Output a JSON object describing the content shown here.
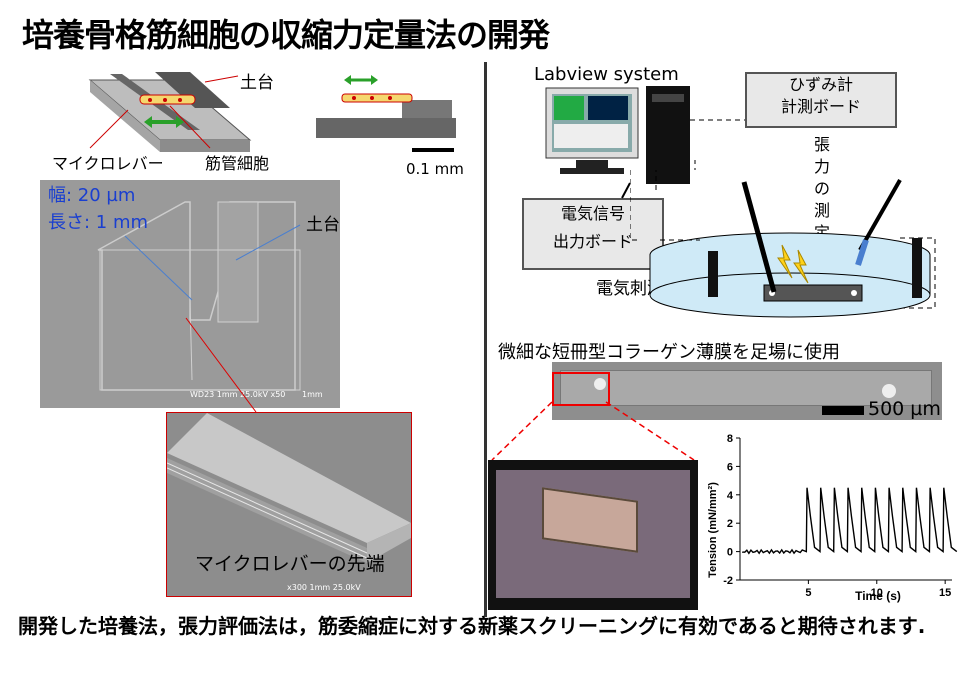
{
  "title": "培養骨格筋細胞の収縮力定量法の開発",
  "left": {
    "label_base": "土台",
    "label_microlever": "マイクロレバー",
    "label_myotube": "筋管細胞",
    "scale_bar": "0.1 mm",
    "width_text": "幅: 20 µm",
    "length_text": "長さ: 1 mm",
    "label_base2": "土台",
    "sem_caption": "WD23 1mm 25.0kV x50",
    "sem_scale": "1mm",
    "tip_label": "マイクロレバーの先端",
    "tip_caption": "x300 1mm 25.0kV"
  },
  "right": {
    "labview": "Labview system",
    "strain_board_1": "ひずみ計",
    "strain_board_2": "計測ボード",
    "tension_measure": "張力の測定",
    "signal_board_1": "電気信号",
    "signal_board_2": "出力ボード",
    "stimulation": "電気刺激",
    "collagen_caption": "微細な短冊型コラーゲン薄膜を足場に使用",
    "scale_500": "500 µm"
  },
  "chart_data": {
    "type": "line",
    "xlabel": "Time (s)",
    "ylabel": "Tension (mN/mm²)",
    "xlim": [
      0,
      15.5
    ],
    "ylim": [
      -2,
      8
    ],
    "xticks": [
      5,
      10,
      15
    ],
    "yticks": [
      -2,
      0,
      2,
      4,
      6,
      8
    ],
    "baseline_end": 4.6,
    "peak_times": [
      4.9,
      5.9,
      6.9,
      7.9,
      8.9,
      9.9,
      10.9,
      11.9,
      12.9,
      13.9,
      14.9
    ],
    "peak_value": 4.5,
    "trough_value": 0.0
  },
  "footer": "開発した培養法，張力評価法は，筋委縮症に対する新薬スクリーニングに有効であると期待されます."
}
